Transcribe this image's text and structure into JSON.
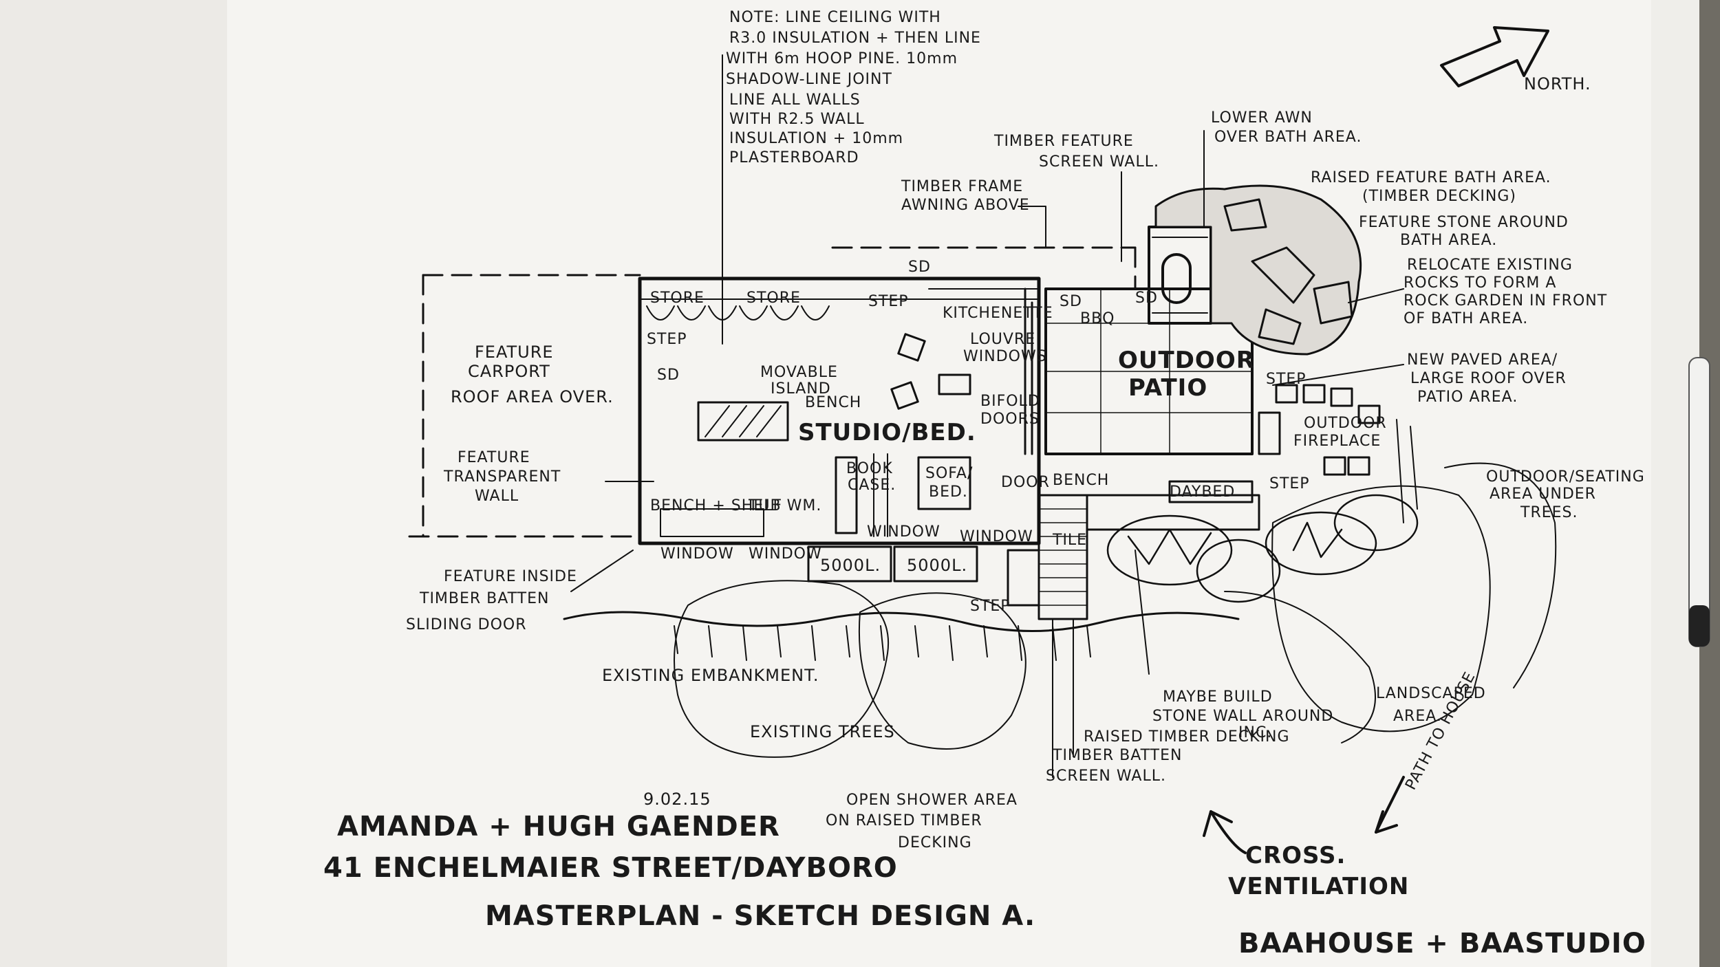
{
  "notes": {
    "ceiling": [
      "NOTE: LINE CEILING WITH",
      "R3.0 INSULATION + THEN LINE",
      "WITH 6m HOOP PINE. 10mm",
      "SHADOW-LINE JOINT"
    ],
    "walls": [
      "LINE ALL WALLS",
      "WITH R2.5 WALL",
      "INSULATION + 10mm",
      "PLASTERBOARD"
    ]
  },
  "north_label": "NORTH.",
  "labels": {
    "store_1": "STORE",
    "store_2": "STORE",
    "feature_carport": [
      "FEATURE",
      "CARPORT",
      "ROOF AREA OVER."
    ],
    "movable_island": [
      "MOVABLE",
      "ISLAND",
      "BENCH"
    ],
    "studio_bed": "STUDIO/BED.",
    "feature_transparent_wall": [
      "FEATURE",
      "TRANSPARENT",
      "WALL"
    ],
    "bench_shelf": "BENCH + SHELF",
    "tub_wm": "TUB WM.",
    "book_case": [
      "BOOK",
      "CASE."
    ],
    "sofa_bed": [
      "SOFA/",
      "BED."
    ],
    "kitchenette": "KITCHENETTE",
    "louvre_windows": [
      "LOUVRE",
      "WINDOWS"
    ],
    "bifold_doors": [
      "BIFOLD",
      "DOORS"
    ],
    "timber_frame_awning": [
      "TIMBER FRAME",
      "AWNING ABOVE"
    ],
    "timber_feature_screen": [
      "TIMBER FEATURE",
      "SCREEN WALL."
    ],
    "lower_awn": [
      "LOWER AWN",
      "OVER BATH AREA."
    ],
    "raised_feature_bath": [
      "RAISED FEATURE BATH AREA.",
      "(TIMBER DECKING)"
    ],
    "feature_stone": [
      "FEATURE STONE AROUND",
      "BATH AREA."
    ],
    "relocate_rocks": [
      "RELOCATE EXISTING",
      "ROCKS TO FORM A",
      "ROCK GARDEN IN FRONT",
      "OF BATH AREA."
    ],
    "new_paved_area": [
      "NEW PAVED AREA/",
      "LARGE ROOF OVER",
      "PATIO AREA."
    ],
    "outdoor_patio": [
      "OUTDOOR",
      "PATIO"
    ],
    "outdoor_fireplace": [
      "OUTDOOR",
      "FIREPLACE"
    ],
    "outdoor_seating": [
      "OUTDOOR/SEATING",
      "AREA UNDER",
      "TREES."
    ],
    "daybed": "DAYBED",
    "bench": "BENCH",
    "door": "DOOR",
    "tile": "TILE",
    "feature_inside_batten": [
      "FEATURE INSIDE",
      "TIMBER BATTEN"
    ],
    "sliding_door": "SLIDING DOOR",
    "window_1": "WINDOW",
    "window_2": "WINDOW",
    "window_3": "WINDOW",
    "window_4": "WINDOW",
    "tank_1": "5000L.",
    "tank_2": "5000L.",
    "existing_embankment": "EXISTING EMBANKMENT.",
    "existing_trees": "EXISTING TREES",
    "open_shower": [
      "OPEN SHOWER AREA",
      "ON RAISED TIMBER",
      "DECKING"
    ],
    "raised_timber_decking": "RAISED TIMBER DECKING",
    "timber_batten_screen": [
      "TIMBER BATTEN",
      "SCREEN WALL."
    ],
    "maybe_stone_wall": [
      "MAYBE BUILD",
      "STONE WALL AROUND",
      "INC."
    ],
    "landscaped_area": [
      "LANDSCAPED",
      "AREA."
    ],
    "path_to_house": "PATH TO HOUSE",
    "cross_ventilation": [
      "CROSS.",
      "VENTILATION"
    ],
    "step_1": "STEP",
    "step_2": "STEP",
    "step_3": "STEP",
    "step_4": "STEP",
    "step_5": "STEP",
    "sd_1": "SD",
    "sd_2": "SD",
    "sd_3": "SD",
    "sd_4": "SD",
    "bbq": "BBQ"
  },
  "title_block": {
    "date": "9.02.15",
    "client": "AMANDA + HUGH GAENDER",
    "address": "41 ENCHELMAIER STREET/DAYBORO",
    "drawing": "MASTERPLAN - SKETCH DESIGN A.",
    "studio": "BAAHOUSE + BAASTUDIO"
  }
}
